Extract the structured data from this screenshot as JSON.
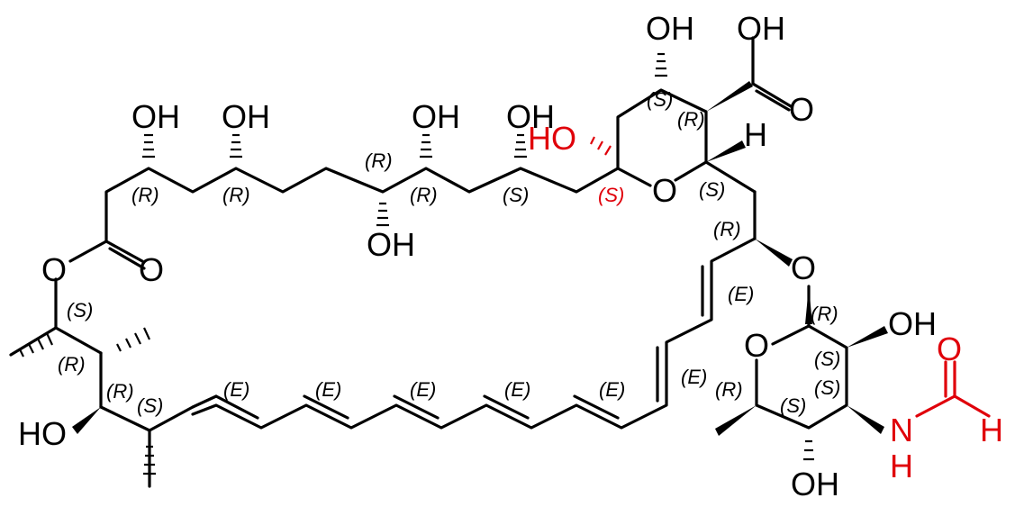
{
  "atom_labels": {
    "oh_1": "OH",
    "oh_2": "OH",
    "oh_3": "OH",
    "oh_4": "OH",
    "oh_5": "OH",
    "oh_top": "OH",
    "cooh": "OH",
    "cooh_o": "O",
    "ring_o": "O",
    "ho_red": "HO",
    "h_ring": "H",
    "glyco_o": "O",
    "sugar_o": "O",
    "sugar_oh_right": "OH",
    "sugar_oh_bottom": "OH",
    "formyl_o": "O",
    "formyl_h": "H",
    "nh_n": "N",
    "nh_h": "H",
    "ester_o": "O",
    "carbonyl_o": "O",
    "ho_left": "HO"
  },
  "stereo_labels": {
    "r1": "(R)",
    "r2": "(R)",
    "r3": "(R)",
    "r4": "(R)",
    "s1": "(S)",
    "s_red": "(S)",
    "s_ring": "(S)",
    "s_top1": "(S)",
    "r_top": "(R)",
    "r_side": "(R)",
    "e1": "(E)",
    "s_left": "(S)",
    "r_left": "(R)",
    "r_left2": "(R)",
    "s_left2": "(S)",
    "e2": "(E)",
    "e3": "(E)",
    "e4": "(E)",
    "e5": "(E)",
    "e6": "(E)",
    "e7": "(E)",
    "r_sugar1": "(R)",
    "s_sugar1": "(S)",
    "s_sugar2": "(S)",
    "s_sugar3": "(S)",
    "r_sugar2": "(R)"
  }
}
